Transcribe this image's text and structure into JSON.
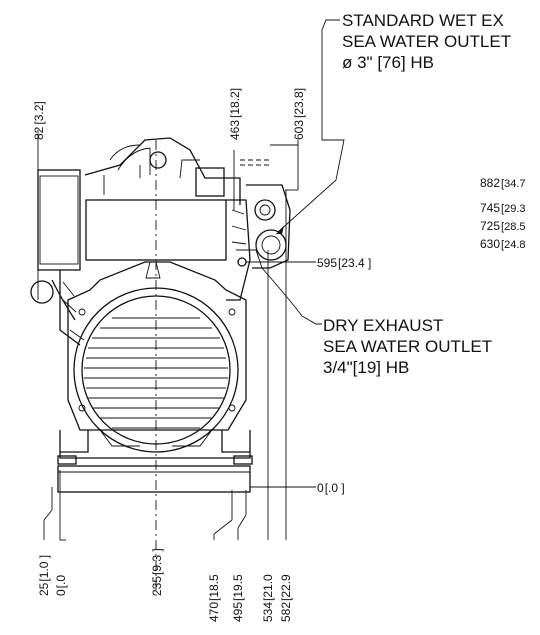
{
  "callouts": {
    "wet_exhaust": {
      "line1": "STANDARD WET EX",
      "line2": "SEA WATER OUTLET",
      "line3": "ø  3\" [76] HB"
    },
    "dry_exhaust": {
      "line1": "DRY EXHAUST",
      "line2": "SEA WATER OUTLET",
      "line3": "3/4\"[19] HB"
    }
  },
  "dimensions": {
    "top": [
      {
        "mm": "82",
        "in": "[3.2]"
      },
      {
        "mm": "463",
        "in": "[18.2]"
      },
      {
        "mm": "603",
        "in": "[23.8]"
      }
    ],
    "right": [
      {
        "mm": "882",
        "in": "[34.7"
      },
      {
        "mm": "745",
        "in": "[29.3"
      },
      {
        "mm": "725",
        "in": "[28.5"
      },
      {
        "mm": "630",
        "in": "[24.8"
      },
      {
        "mm": "595",
        "in": "[23.4 ]"
      },
      {
        "mm": "0",
        "in": "[.0 ]"
      }
    ],
    "bottom": [
      {
        "mm": "25",
        "in": "[1.0 ]"
      },
      {
        "mm": "0",
        "in": "[.0"
      },
      {
        "mm": "235",
        "in": "[9.3 ]"
      },
      {
        "mm": "470",
        "in": "[18.5"
      },
      {
        "mm": "495",
        "in": "[19.5"
      },
      {
        "mm": "534",
        "in": "[21.0"
      },
      {
        "mm": "582",
        "in": "[22.9"
      }
    ]
  }
}
